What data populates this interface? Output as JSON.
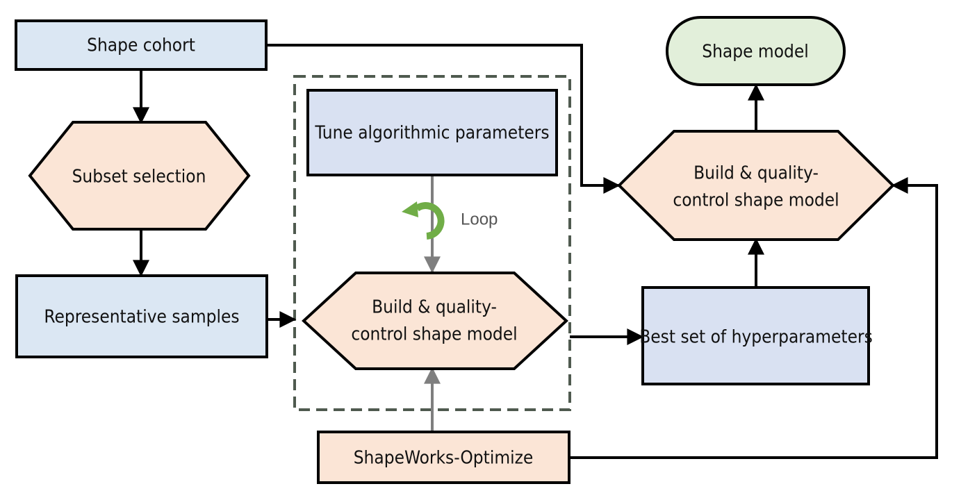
{
  "nodes": {
    "shape_cohort": "Shape cohort",
    "subset_selection": "Subset selection",
    "representative_samples": "Representative samples",
    "tune_parameters": "Tune algorithmic parameters",
    "build_qc_inner_line1": "Build & quality-",
    "build_qc_inner_line2": "control shape model",
    "shapeworks_optimize": "ShapeWorks-Optimize",
    "best_hyperparameters": "Best set of hyperparameters",
    "build_qc_final_line1": "Build & quality-",
    "build_qc_final_line2": "control shape model",
    "shape_model": "Shape model"
  },
  "loop_label": "Loop",
  "colors": {
    "blue_box": "#dbe7f3",
    "blue_box_alt": "#d9e1f2",
    "peach": "#fbe5d6",
    "green": "#e2efda",
    "border": "#000000",
    "dashed_frame": "#4f5a4f",
    "gray_arrow": "#7f7f7f",
    "loop_green": "#70ad47"
  }
}
